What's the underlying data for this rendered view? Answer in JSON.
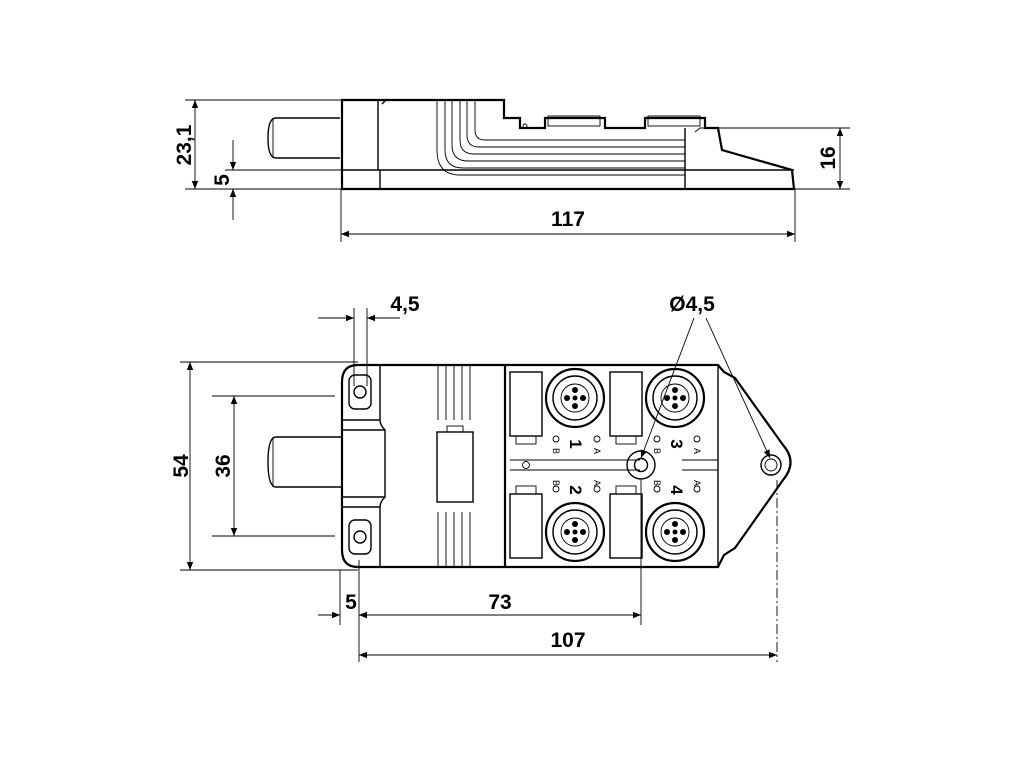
{
  "side_view": {
    "dim_total_height": "23,1",
    "dim_base_height": "5",
    "dim_right_height": "16",
    "dim_length": "117"
  },
  "top_view": {
    "dim_hole_offset": "4,5",
    "dim_hole_diameter": "Ø4,5",
    "dim_width": "54",
    "dim_hole_spacing": "36",
    "dim_edge_offset": "5",
    "dim_mount_distance": "73",
    "dim_total_length": "107"
  },
  "ports": [
    {
      "number": "1",
      "led_a": "A",
      "led_b": "B"
    },
    {
      "number": "2",
      "led_a": "A",
      "led_b": "B"
    },
    {
      "number": "3",
      "led_a": "A",
      "led_b": "B"
    },
    {
      "number": "4",
      "led_a": "A",
      "led_b": "B"
    }
  ]
}
